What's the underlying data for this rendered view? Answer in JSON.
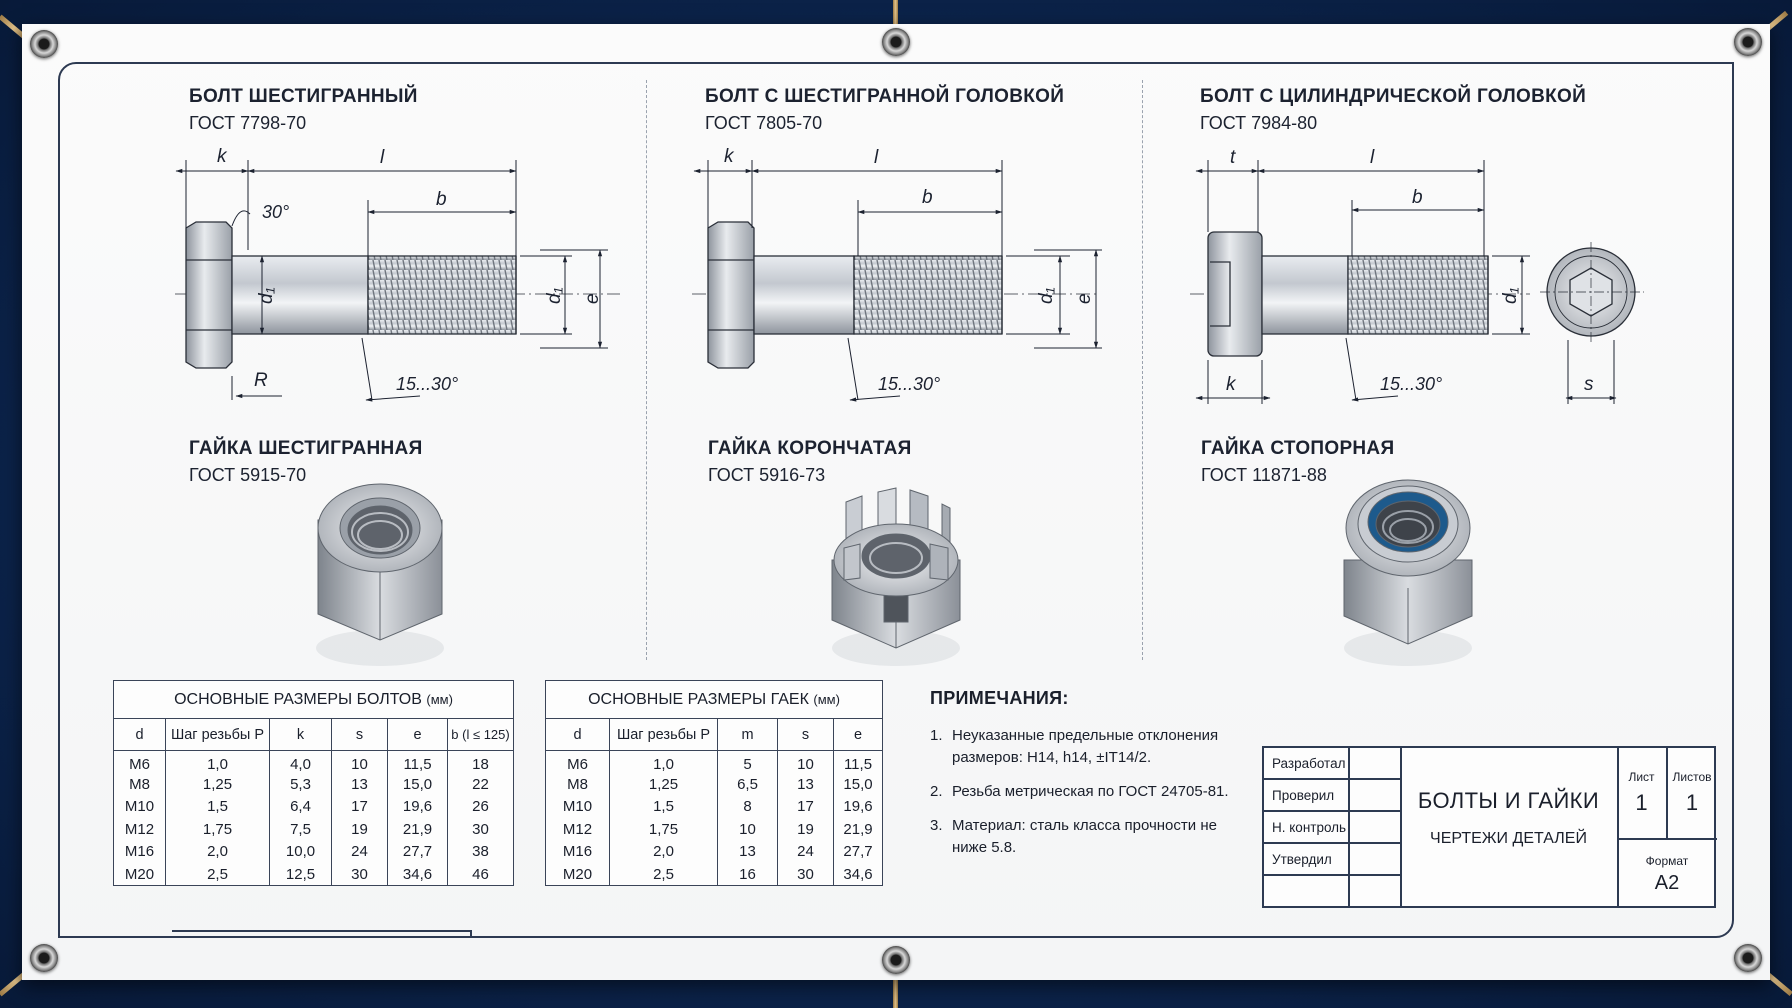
{
  "colors": {
    "background": "#0d2a55",
    "banner": "#f7f7f8",
    "ink": "#1c2230",
    "metal": "#b9bec6",
    "nylon_insert": "#1d5a8c"
  },
  "drawings": {
    "bolt_hex": {
      "title": "БОЛТ ШЕСТИГРАННЫЙ",
      "gost": "ГОСТ 7798-70",
      "dims": {
        "k": "k",
        "l": "l",
        "b": "b",
        "d1": "d₁",
        "e": "e",
        "angle_top": "30°",
        "angle_bottom": "15...30°",
        "r": "R"
      }
    },
    "bolt_hex_head": {
      "title": "БОЛТ С ШЕСТИГРАННОЙ ГОЛОВКОЙ",
      "gost": "ГОСТ 7805-70",
      "dims": {
        "k": "k",
        "l": "l",
        "b": "b",
        "d1": "d₁",
        "e": "e",
        "angle_bottom": "15...30°"
      }
    },
    "bolt_cyl": {
      "title": "БОЛТ С ЦИЛИНДРИЧЕСКОЙ ГОЛОВКОЙ",
      "gost": "ГОСТ 7984-80",
      "dims": {
        "t": "t",
        "l": "l",
        "b": "b",
        "d1": "d₁",
        "k": "k",
        "s": "s",
        "angle_bottom": "15...30°"
      }
    },
    "nut_hex": {
      "title": "ГАЙКА ШЕСТИГРАННАЯ",
      "gost": "ГОСТ 5915-70"
    },
    "nut_castle": {
      "title": "ГАЙКА КОРОНЧАТАЯ",
      "gost": "ГОСТ 5916-73"
    },
    "nut_lock": {
      "title": "ГАЙКА СТОПОРНАЯ",
      "gost": "ГОСТ 11871-88"
    }
  },
  "bolts_table": {
    "caption": "ОСНОВНЫЕ РАЗМЕРЫ БОЛТОВ",
    "unit": "(мм)",
    "headers": [
      "d",
      "Шаг резьбы P",
      "k",
      "s",
      "e",
      "b (l ≤ 125)"
    ],
    "rows": [
      [
        "M6",
        "1,0",
        "4,0",
        "10",
        "11,5",
        "18"
      ],
      [
        "M8",
        "1,25",
        "5,3",
        "13",
        "15,0",
        "22"
      ],
      [
        "M10",
        "1,5",
        "6,4",
        "17",
        "19,6",
        "26"
      ],
      [
        "M12",
        "1,75",
        "7,5",
        "19",
        "21,9",
        "30"
      ],
      [
        "M16",
        "2,0",
        "10,0",
        "24",
        "27,7",
        "38"
      ],
      [
        "M20",
        "2,5",
        "12,5",
        "30",
        "34,6",
        "46"
      ]
    ]
  },
  "nuts_table": {
    "caption": "ОСНОВНЫЕ РАЗМЕРЫ ГАЕК",
    "unit": "(мм)",
    "headers": [
      "d",
      "Шаг резьбы P",
      "m",
      "s",
      "e"
    ],
    "rows": [
      [
        "M6",
        "1,0",
        "5",
        "10",
        "11,5"
      ],
      [
        "M8",
        "1,25",
        "6,5",
        "13",
        "15,0"
      ],
      [
        "M10",
        "1,5",
        "8",
        "17",
        "19,6"
      ],
      [
        "M12",
        "1,75",
        "10",
        "19",
        "21,9"
      ],
      [
        "M16",
        "2,0",
        "13",
        "24",
        "27,7"
      ],
      [
        "M20",
        "2,5",
        "16",
        "30",
        "34,6"
      ]
    ]
  },
  "notes": {
    "heading": "ПРИМЕЧАНИЯ:",
    "items": [
      {
        "num": "1.",
        "text": "Неуказанные предельные отклонения размеров: H14, h14, ±IT14/2."
      },
      {
        "num": "2.",
        "text": "Резьба метрическая по ГОСТ 24705-81."
      },
      {
        "num": "3.",
        "text": "Материал: сталь класса прочности не ниже 5.8."
      }
    ]
  },
  "title_block": {
    "roles": [
      "Разработал",
      "Проверил",
      "Н. контроль",
      "Утвердил"
    ],
    "name": "БОЛТЫ И ГАЙКИ",
    "subtitle": "ЧЕРТЕЖИ ДЕТАЛЕЙ",
    "sheet_label": "Лист",
    "sheet_value": "1",
    "sheets_label": "Листов",
    "sheets_value": "1",
    "format_label": "Формат",
    "format_value": "A2"
  }
}
